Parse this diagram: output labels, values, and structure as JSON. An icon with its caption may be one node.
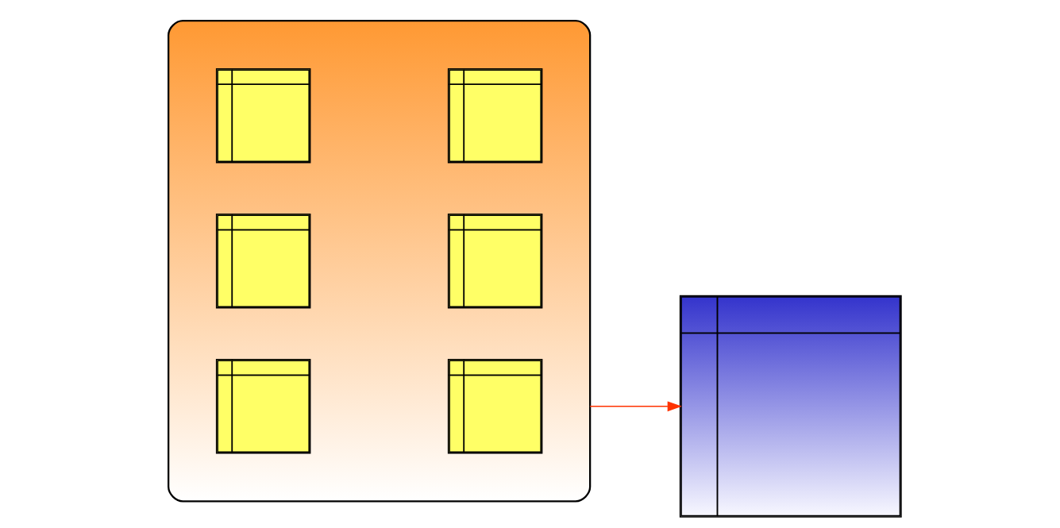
{
  "diagram": {
    "nodes": [
      {
        "text": [],
        "shape": "cloud"
      },
      {
        "text": [],
        "shape": "table",
        "in": 0
      },
      {
        "text": [],
        "shape": "table",
        "in": 0
      },
      {
        "text": [],
        "shape": "table",
        "in": 0
      },
      {
        "text": [],
        "shape": "table",
        "in": 0
      },
      {
        "text": [],
        "shape": "table",
        "in": 0
      },
      {
        "text": [],
        "shape": "table",
        "in": 0
      },
      {
        "text": [],
        "shape": "table"
      }
    ],
    "edges": [
      {
        "from": 0,
        "to": 7,
        "arrow": "to",
        "color": "#ff3300"
      }
    ]
  }
}
